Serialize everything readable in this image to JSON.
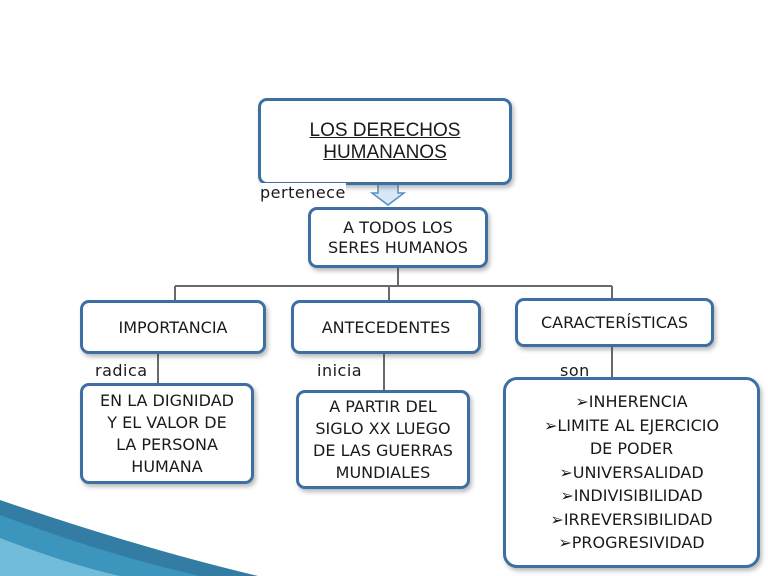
{
  "title": {
    "line1": "LOS DERECHOS",
    "line2": "HUMANANOS"
  },
  "link_main": "pertenece",
  "subject": {
    "line1": "A TODOS LOS",
    "line2": "SERES HUMANOS"
  },
  "branches": [
    {
      "heading": "IMPORTANCIA",
      "link": "radica",
      "detail": [
        "EN LA DIGNIDAD",
        "Y EL VALOR DE",
        "LA PERSONA",
        "HUMANA"
      ]
    },
    {
      "heading": "ANTECEDENTES",
      "link": "inicia",
      "detail": [
        "A PARTIR DEL",
        "SIGLO XX LUEGO",
        "DE LAS GUERRAS",
        "MUNDIALES"
      ]
    },
    {
      "heading": "CARACTERÍSTICAS",
      "link": "son",
      "detail": [
        "➢INHERENCIA",
        "➢LIMITE AL EJERCICIO",
        "DE PODER",
        "➢UNIVERSALIDAD",
        "➢INDIVISIBILIDAD",
        "➢IRREVERSIBILIDAD",
        "➢PROGRESIVIDAD"
      ]
    }
  ],
  "colors": {
    "border": "#3d6fa3",
    "connector": "#6a6a6a",
    "arrow_fill": "#d8e8f6",
    "corner": "#1d6f9a"
  }
}
